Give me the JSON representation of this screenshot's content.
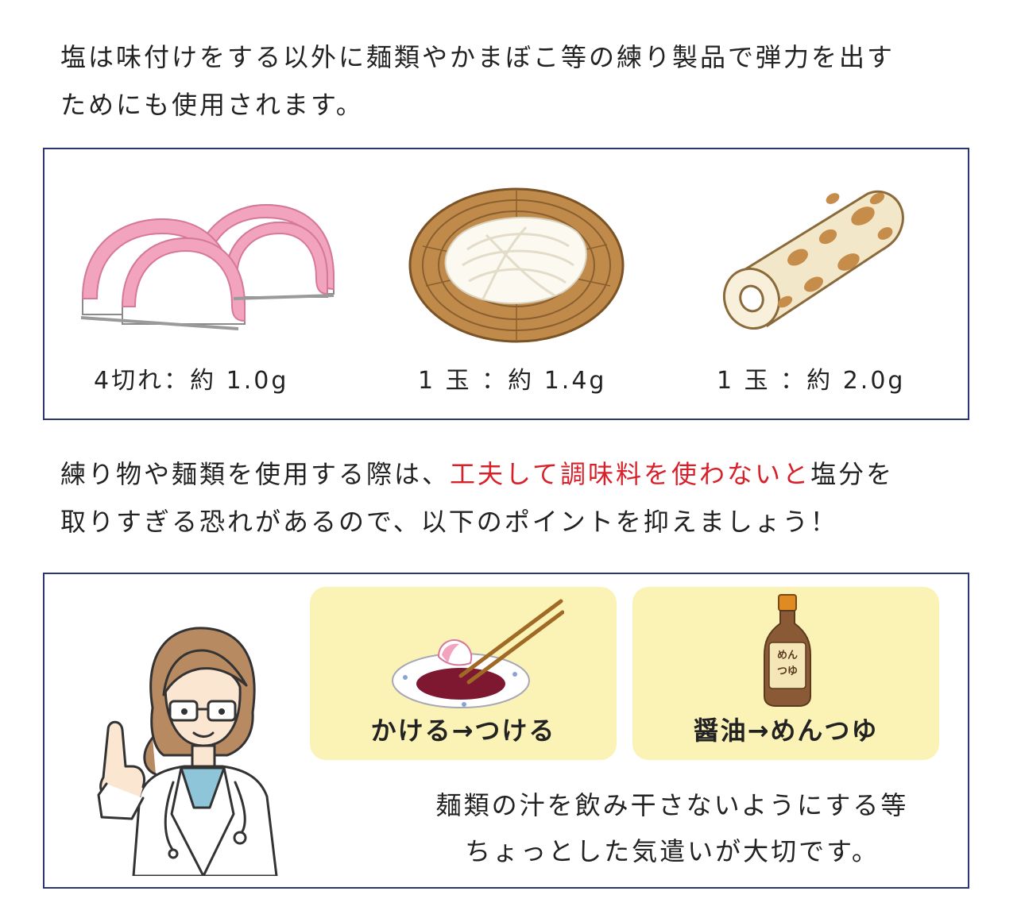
{
  "intro": {
    "line1": "塩は味付けをする以外に麺類やかまぼこ等の練り製品で弾力を出す",
    "line2": "ためにも使用されます。"
  },
  "items": [
    {
      "label": "4切れ：約 1.0g",
      "icon": "kamaboko-icon"
    },
    {
      "label": "1 玉 ：約 1.4g",
      "icon": "udon-icon"
    },
    {
      "label": "1 玉 ：約 2.0g",
      "icon": "chikuwa-icon"
    }
  ],
  "advice": {
    "before": "練り物や麺類を使用する際は、",
    "highlight": "工夫して調味料を使わないと",
    "after": "塩分を",
    "line2": "取りすぎる恐れがあるので、以下のポイントを抑えましょう！"
  },
  "tips": [
    {
      "label": "かける→つける",
      "icon": "dip-sauce-icon"
    },
    {
      "label": "醤油→めんつゆ",
      "icon": "mentsuyu-bottle-icon",
      "bottle_text": "めんつゆ"
    }
  ],
  "note": {
    "line1": "麺類の汁を飲み干さないようにする等",
    "line2": "ちょっとした気遣いが大切です。"
  },
  "colors": {
    "frame": "#2c3576",
    "highlight": "#d8202a",
    "card": "#fbf3b6",
    "kamaboko_pink": "#f2a3bd"
  }
}
